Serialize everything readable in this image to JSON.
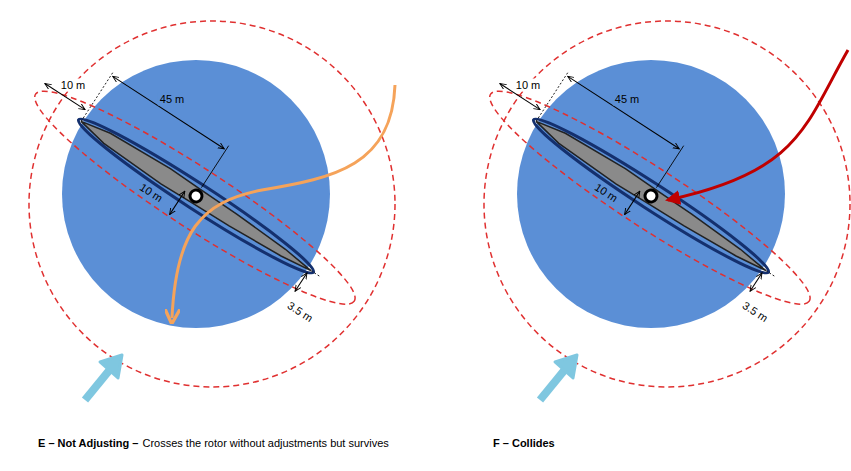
{
  "diagram": {
    "labels": [
      "10 m",
      "45 m",
      "10 m",
      "3.5 m",
      "10 m",
      "45 m",
      "10 m",
      "3.5 m",
      "E – Not Adjusting –",
      "Crosses the rotor without adjustments but survives",
      "F – Collides"
    ]
  }
}
